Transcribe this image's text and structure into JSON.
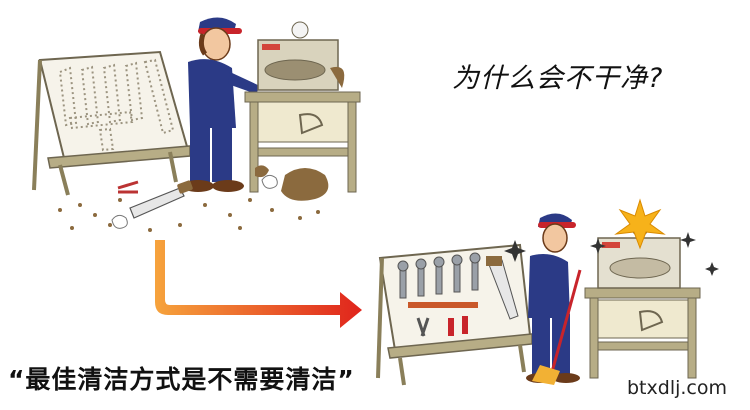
{
  "caption": {
    "question": "为什么会不干净?",
    "slogan": "“最佳清洁方式是不需要清洁”"
  },
  "watermark": "btxdlj.com",
  "colors": {
    "arrow_start": "#e8301f",
    "arrow_end": "#f2a13a",
    "uniform": "#2b3a86",
    "board": "#f4f1e8",
    "wood": "#b7ad86",
    "debris": "#8b6a3e",
    "spark": "#f7b21a"
  }
}
